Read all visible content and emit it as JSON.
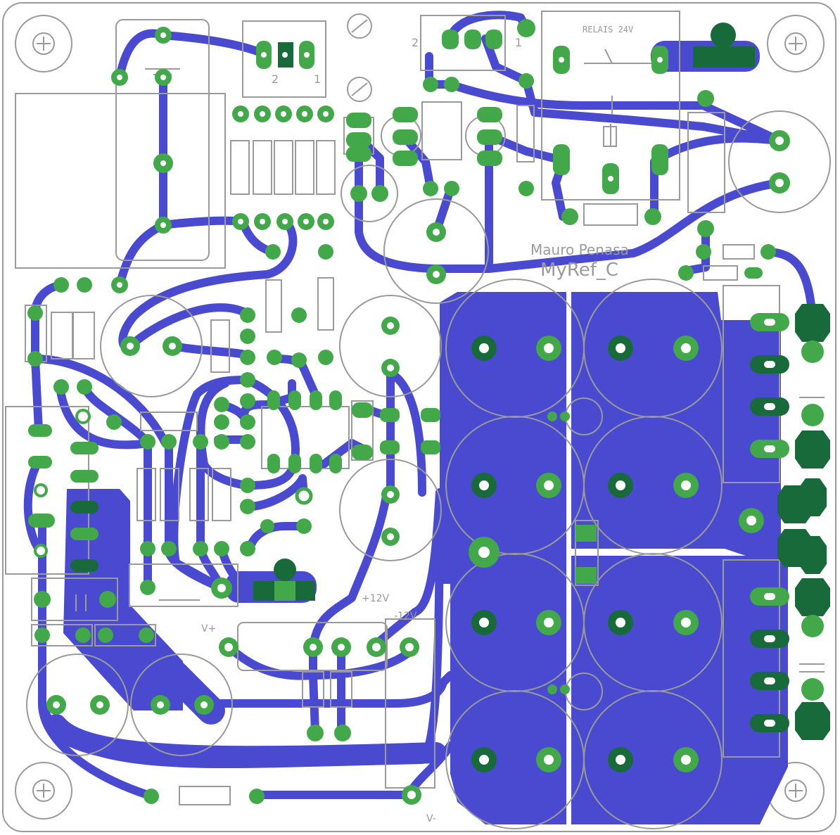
{
  "board": {
    "relay_label": "RELAIS 24V",
    "author": "Mauro Penasa",
    "project": "MyRef_C",
    "v_plus_12": "+12V",
    "v_minus_12": "-12V",
    "v_plus": "V+",
    "v_minus": "V-",
    "pin_2_left": "2",
    "pin_1_left": "1",
    "pin_2_right": "2",
    "pin_1_right": "1"
  },
  "colors": {
    "copper": "#4a4ad0",
    "pad": "#42a84a",
    "pad_dark": "#186a3a",
    "silk": "#9a9a9a",
    "board": "#ffffff"
  }
}
